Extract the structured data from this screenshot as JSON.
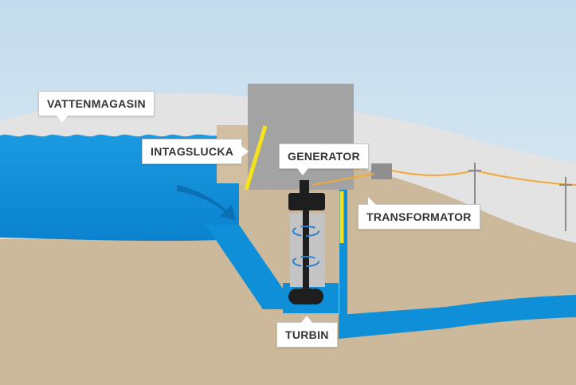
{
  "labels": {
    "reservoir": "VATTENMAGASIN",
    "intake_gate": "INTAGSLUCKA",
    "generator": "GENERATOR",
    "transformer": "TRANSFORMATOR",
    "turbine": "TURBIN"
  },
  "colors": {
    "sky_top": "#c9dfee",
    "sky_bottom": "#e6eff5",
    "hills": "#e4e4e4",
    "ground": "#ccb99b",
    "water": "#0f8fd8",
    "water_dark": "#0b6fb3",
    "building": "#a3a3a3",
    "gate": "#f3e21d",
    "power_line": "#f2a93b",
    "shaft": "#1e1e1e",
    "label_bg": "#ffffff",
    "label_text": "#333333"
  },
  "icons": [
    "flow-arrow-icon",
    "rotation-ring-icon",
    "turbine-icon",
    "power-pole-icon"
  ]
}
